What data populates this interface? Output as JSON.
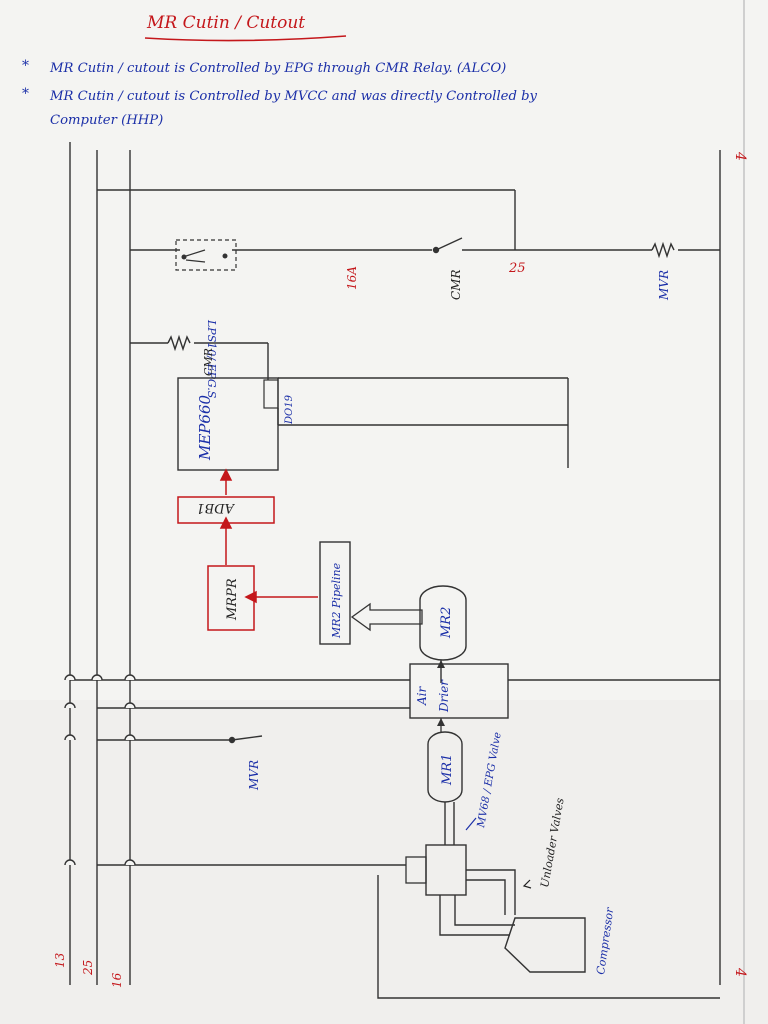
{
  "title": "MR Cutin / Cutout",
  "notes": [
    {
      "bullet": "*",
      "text": "MR Cutin / cutout is Controlled by EPG through CMR Relay. (ALCO)"
    },
    {
      "bullet": "*",
      "text": "MR Cutin / cutout is Controlled by MVCC and was directly Controlled by"
    },
    {
      "bullet": "",
      "text": "Computer (HHP)"
    }
  ],
  "labels": {
    "lps_epg": "LPS10/ EPG.S",
    "sixteen_a": "16A",
    "cmr_relay": "CMR",
    "wire_25": "25",
    "mvr_right": "MVR",
    "cmr_coil": "CMR",
    "mep660": "MEP660",
    "do19": "DO19",
    "adb1": "ADB1",
    "mrpr": "MRPR",
    "mr2_pipeline": "MR2 Pipeline",
    "mr2": "MR2",
    "air_drier_air": "Air",
    "air_drier_drier": "Drier",
    "mvr_left": "MVR",
    "mr1": "MR1",
    "mv68": "MV68 / EPG Valve",
    "unloader": "Unloader Valves",
    "compressor": "Compressor",
    "wire_13": "13",
    "wire_25_bottom": "25",
    "wire_16": "16",
    "wire_4_top": "4",
    "wire_4_bottom": "4"
  },
  "colors": {
    "blue_ink": "#1b2fa8",
    "red_ink": "#c4171b",
    "pencil": "#222222",
    "paper": "#f4f4f2"
  }
}
